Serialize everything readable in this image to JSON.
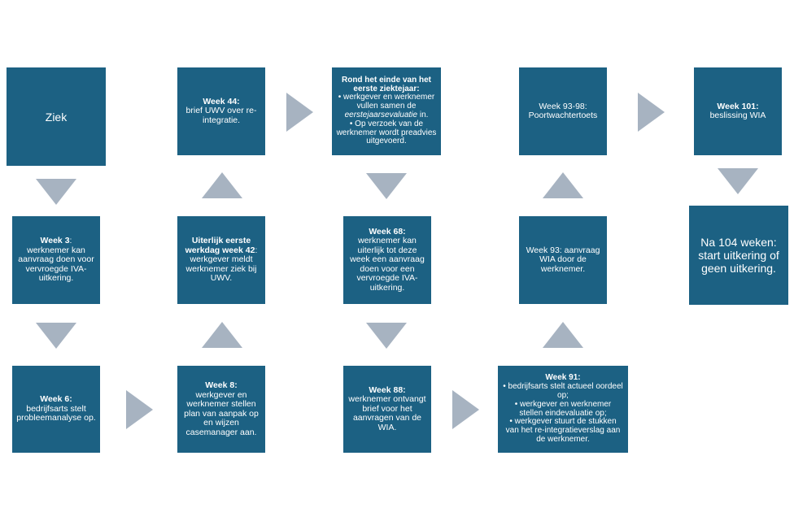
{
  "boxes": {
    "ziek": {
      "text": "Ziek"
    },
    "week3": {
      "heading": "Week 3",
      "suffix": ":",
      "body": "werknemer kan aanvraag doen voor vervroegde IVA-uitkering."
    },
    "week6": {
      "heading": "Week 6:",
      "body": "bedrijfsarts stelt probleemanalyse op."
    },
    "week8": {
      "heading": "Week 8:",
      "body": "werkgever en werknemer stellen plan van aanpak op en wijzen casemanager aan."
    },
    "week42": {
      "heading": "Uiterlijk eerste werkdag week 42",
      "suffix": ":",
      "body": "werkgever meldt werknemer ziek bij UWV."
    },
    "week44": {
      "heading": "Week 44:",
      "body": "brief UWV over re-integratie."
    },
    "eerstejaar": {
      "heading": "Rond het einde van het eerste ziektejaar:",
      "bullet1_a": "werkgever en werknemer vullen samen de ",
      "bullet1_em": "eerstejaarsevaluatie",
      "bullet1_b": " in.",
      "bullet2": "Op verzoek van de werknemer wordt preadvies uitgevoerd."
    },
    "week68": {
      "heading": "Week 68:",
      "body": "werknemer kan uiterlijk tot deze week een aanvraag doen voor een vervroegde IVA-uitkering."
    },
    "week88": {
      "heading": "Week 88:",
      "body": "werknemer ontvangt brief voor het aanvragen van de WIA."
    },
    "week91": {
      "heading": "Week 91:",
      "bullet1": "bedrijfsarts stelt actueel oordeel op;",
      "bullet2": "werkgever en werknemer stellen eindevaluatie op;",
      "bullet3": "werkgever stuurt de stukken van het re-integratieverslag aan de werknemer."
    },
    "week93": {
      "text": "Week 93: aanvraag WIA door de werknemer."
    },
    "week9398": {
      "text": "Week 93-98: Poortwachtertoets"
    },
    "week101": {
      "heading": "Week 101:",
      "body": "beslissing WIA"
    },
    "week104": {
      "text": "Na 104 weken: start uitkering of geen uitkering."
    }
  }
}
